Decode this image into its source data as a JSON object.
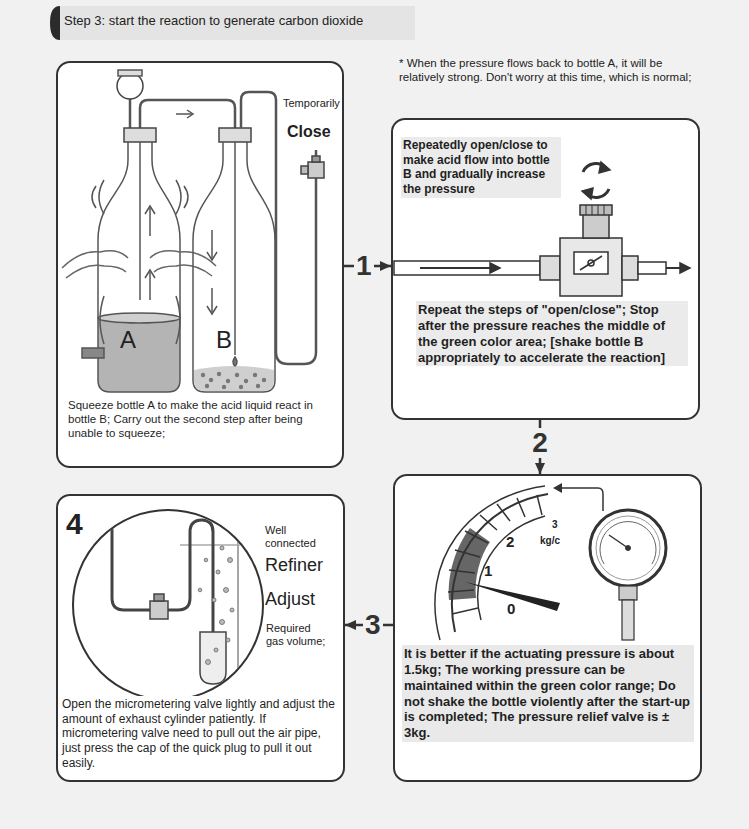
{
  "diagram": {
    "title": "Step 3: start the reaction to generate carbon dioxide",
    "nodes": [
      {
        "text": [
          "Squeeze bottle A to make the acid liquid react in bottle B; Carry out the second step after being unable to squeeze;"
        ]
      },
      {
        "text": [
          "Repeatedly open/close to make acid flow into bottle B and gradually increase the pressure",
          "Repeat the steps of \"open/close\"; Stop after the pressure reaches the middle of the green color area; [shake bottle B appropriately to accelerate the reaction]"
        ]
      },
      {
        "text": [
          "It is better if the actuating pressure is about 1.5kg; The working pressure can be maintained within the green color range; Do not shake the bottle violently after the start-up is completed; The pressure relief valve is ± 3kg."
        ]
      },
      {
        "text": [
          "Open the micrometering valve lightly and adjust the amount of exhaust cylinder patiently. If micrometering valve need to pull out the air pipe, just press the cap of the quick plug to pull it out easily."
        ]
      }
    ],
    "edges": [
      {
        "from": 0,
        "to": 1,
        "arrow": "to",
        "label": "1"
      },
      {
        "from": 1,
        "to": 2,
        "arrow": "to",
        "label": "2"
      },
      {
        "from": 2,
        "to": 3,
        "arrow": "to",
        "label": "3"
      }
    ],
    "labels": [
      "Temporarily",
      "Close",
      "A",
      "B",
      "* When the pressure flows back to bottle A, it will be relatively strong. Don't worry at this time, which is normal;",
      "2",
      "1",
      "0",
      "3",
      "kg/c",
      "4",
      "Well connected",
      "Refiner",
      "Adjust",
      "Required gas volume;"
    ]
  }
}
